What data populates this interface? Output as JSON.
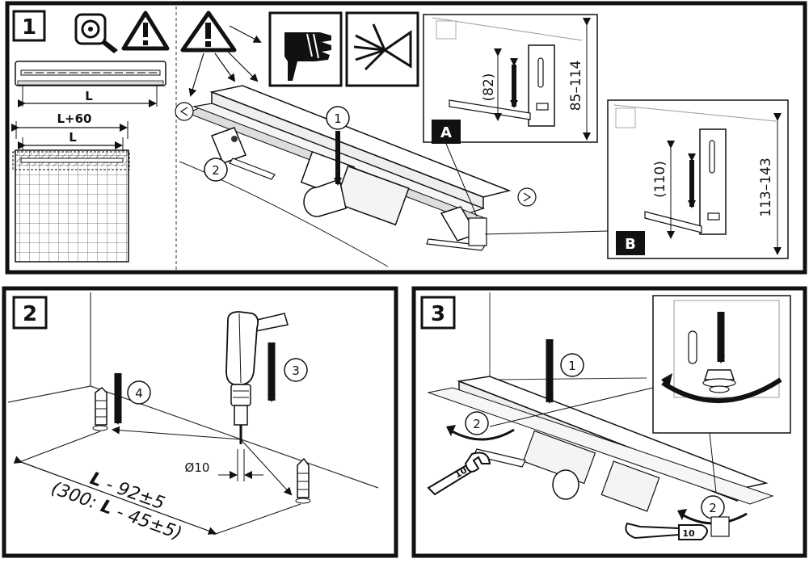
{
  "panels": {
    "p1": {
      "number": "1"
    },
    "p2": {
      "number": "2"
    },
    "p3": {
      "number": "3"
    }
  },
  "panel1": {
    "dim_L_top": "L",
    "dim_L60": "L+60",
    "dim_L_mid": "L",
    "callout_1": "1",
    "callout_2": "2",
    "label_A": "A",
    "label_B": "B",
    "detailA": {
      "adjust": "(82)",
      "range": "85–114"
    },
    "detailB": {
      "adjust": "(110)",
      "range": "113–143"
    }
  },
  "panel2": {
    "callout_3": "3",
    "callout_4": "4",
    "drill_diameter": "Ø10",
    "dist_formula_L": "L",
    "dist_formula_rest": " - 92±5",
    "dist_alt_prefix": "(300: ",
    "dist_alt_L": "L",
    "dist_alt_rest": " - 45±5)"
  },
  "panel3": {
    "callout_1": "1",
    "callout_2a": "2",
    "callout_2b": "2",
    "wrench_size_a": "10",
    "wrench_size_b": "10"
  },
  "icons": [
    "tape-measure-icon",
    "warning-icon",
    "gloves-icon",
    "cutting-sparks-icon",
    "drill-icon",
    "wrench-icon"
  ]
}
